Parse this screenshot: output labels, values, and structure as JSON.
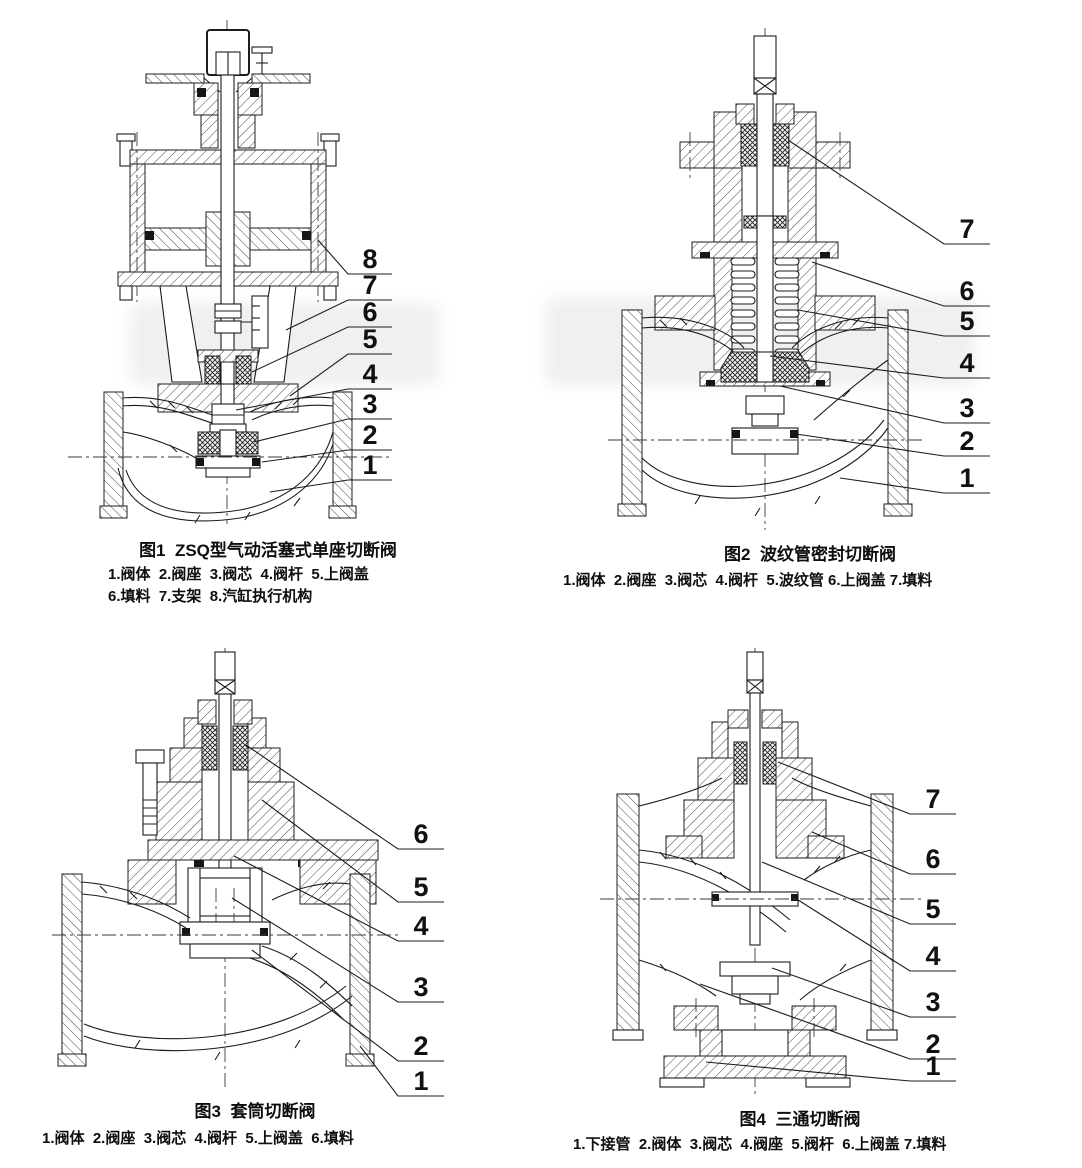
{
  "document": {
    "type": "valve-cross-section-diagram-sheet",
    "background": "#ffffff",
    "line_color": "#1c1c1c"
  },
  "figures": [
    {
      "title": "图1  ZSQ型气动活塞式单座切断阀",
      "parts_lines": [
        "1.阀体  2.阀座  3.阀芯  4.阀杆  5.上阀盖",
        "6.填料  7.支架  8.汽缸执行机构"
      ],
      "callouts": [
        "8",
        "7",
        "6",
        "5",
        "4",
        "3",
        "2",
        "1"
      ]
    },
    {
      "title": "图2  波纹管密封切断阀",
      "parts_lines": [
        "1.阀体  2.阀座  3.阀芯  4.阀杆  5.波纹管 6.上阀盖 7.填料"
      ],
      "callouts": [
        "7",
        "6",
        "5",
        "4",
        "3",
        "2",
        "1"
      ]
    },
    {
      "title": "图3  套筒切断阀",
      "parts_lines": [
        "1.阀体  2.阀座  3.阀芯  4.阀杆  5.上阀盖  6.填料"
      ],
      "callouts": [
        "6",
        "5",
        "4",
        "3",
        "2",
        "1"
      ]
    },
    {
      "title": "图4  三通切断阀",
      "parts_lines": [
        "1.下接管  2.阀体  3.阀芯  4.阀座  5.阀杆  6.上阀盖 7.填料"
      ],
      "callouts": [
        "7",
        "6",
        "5",
        "4",
        "3",
        "2",
        "1"
      ]
    }
  ]
}
